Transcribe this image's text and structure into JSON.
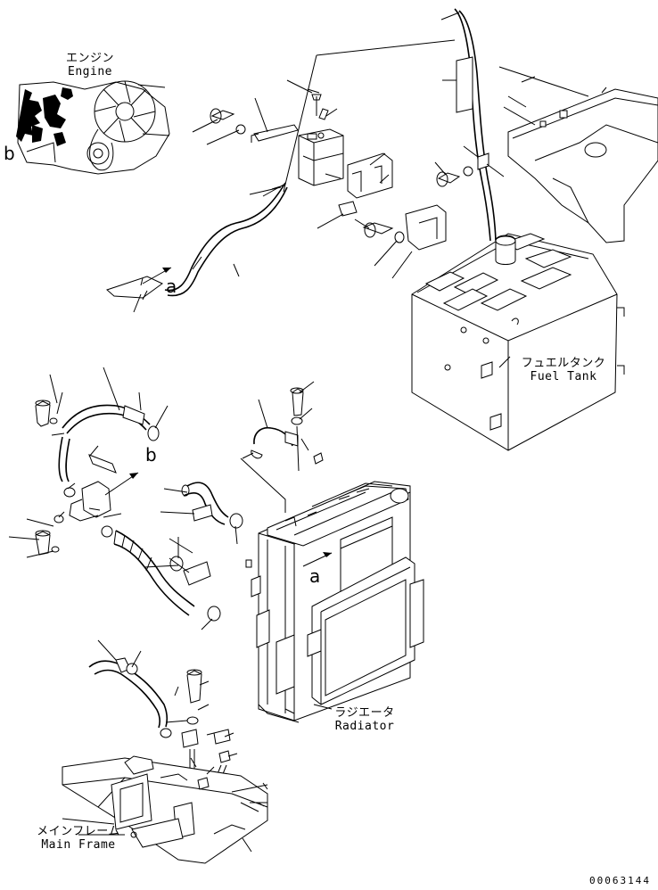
{
  "labels": {
    "engine": {
      "jp": "エンジン",
      "en": "Engine"
    },
    "fuel_tank": {
      "jp": "フュエルタンク",
      "en": "Fuel Tank"
    },
    "radiator": {
      "jp": "ラジエータ",
      "en": "Radiator"
    },
    "main_frame": {
      "jp": "メインフレーム",
      "en": "Main Frame"
    }
  },
  "connectors": {
    "a_top": "a",
    "a_radiator": "a",
    "b_engine": "b",
    "b_hose": "b"
  },
  "document_id": "00063144"
}
